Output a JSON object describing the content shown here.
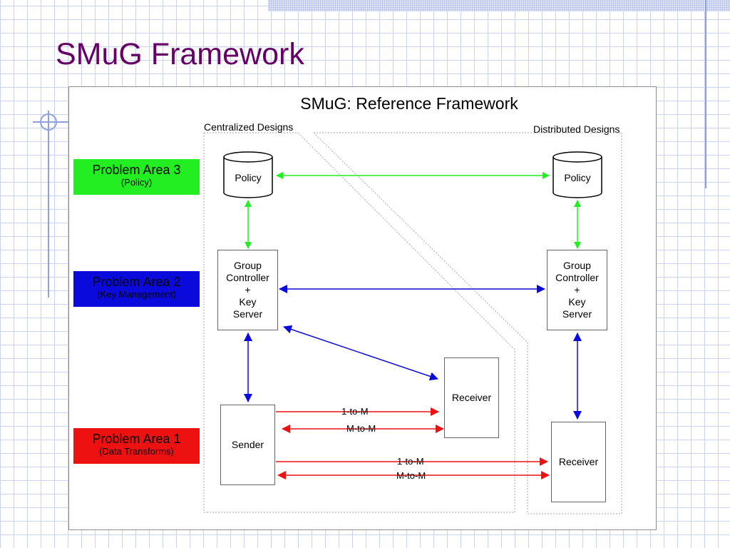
{
  "slide": {
    "title": "SMuG Framework"
  },
  "figure": {
    "title": "SMuG: Reference Framework",
    "centralized_label": "Centralized Designs",
    "distributed_label": "Distributed Designs"
  },
  "problem_areas": [
    {
      "title": "Problem Area 3",
      "subtitle": "(Policy)",
      "color": "#22ee22"
    },
    {
      "title": "Problem Area 2",
      "subtitle": "(Key Management)",
      "color": "#0a0adc"
    },
    {
      "title": "Problem Area 1",
      "subtitle": "(Data Transforms)",
      "color": "#ee1111"
    }
  ],
  "nodes": {
    "policy_left": "Policy",
    "policy_right": "Policy",
    "gc_left": [
      "Group",
      "Controller",
      "+",
      "Key",
      "Server"
    ],
    "gc_right": [
      "Group",
      "Controller",
      "+",
      "Key",
      "Server"
    ],
    "sender": "Sender",
    "receiver_central": "Receiver",
    "receiver_distributed": "Receiver"
  },
  "connections": {
    "one_to_m_upper": "1-to-M",
    "m_to_m_upper": "M-to-M",
    "one_to_m_lower": "1-to-M",
    "m_to_m_lower": "M-to-M"
  },
  "colors": {
    "policy_arrow": "#22ee22",
    "key_arrow": "#0a0adc",
    "data_arrow": "#ee1111",
    "title": "#660066"
  }
}
